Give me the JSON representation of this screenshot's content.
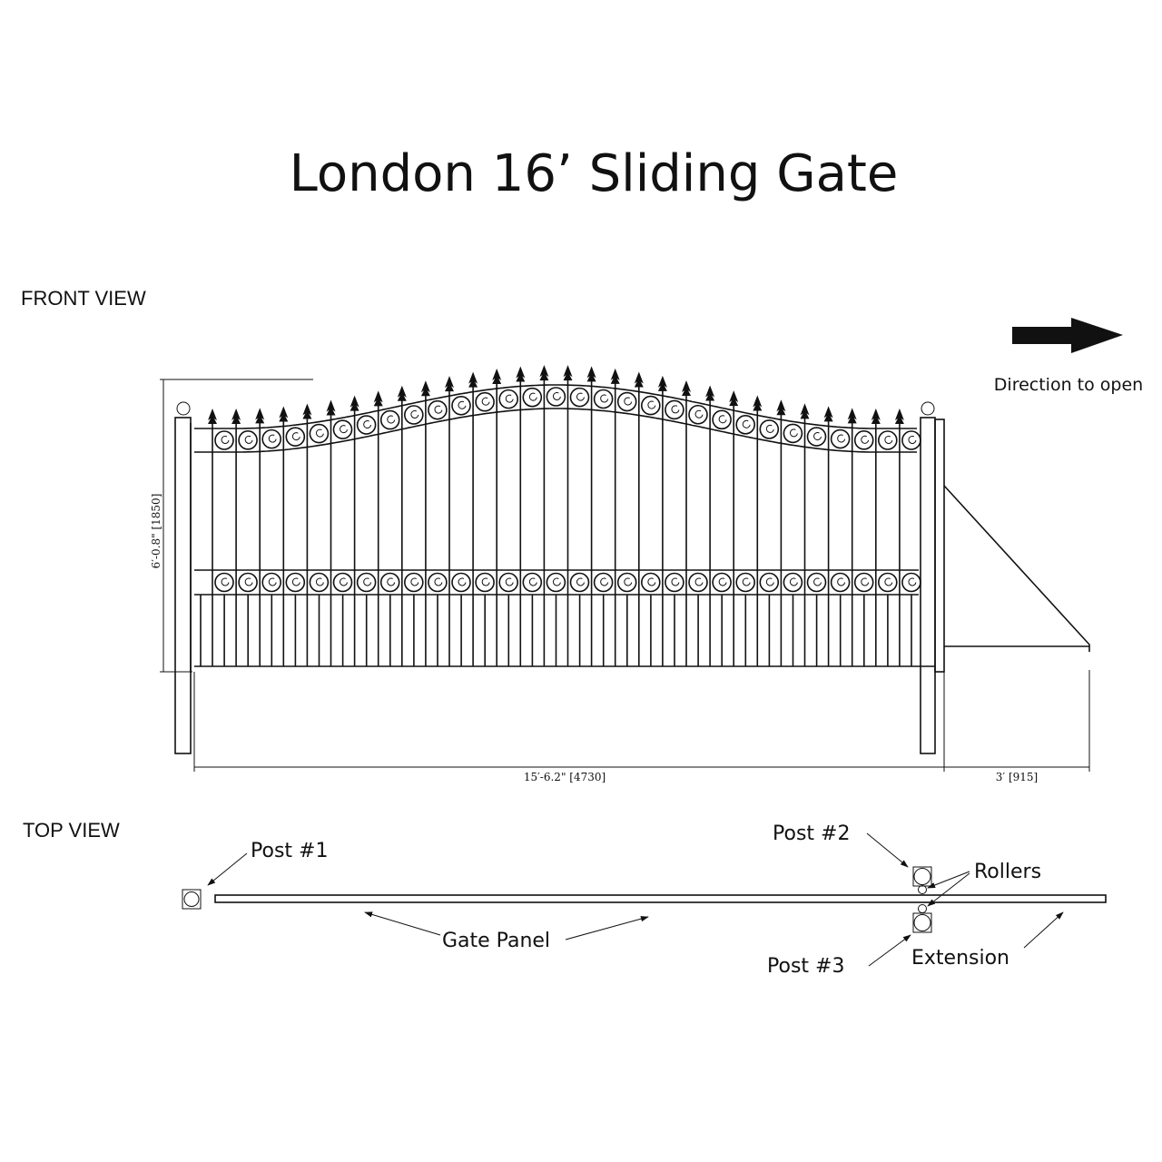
{
  "title": "London 16’ Sliding Gate",
  "front_view": {
    "label": "FRONT VIEW",
    "height_dimension": "6′-0.8\" [1850]",
    "width_dimension": "15′-6.2\" [4730]",
    "extension_dimension": "3′ [915]",
    "direction_label": "Direction to open",
    "direction_icon": "arrow-right-icon"
  },
  "top_view": {
    "label": "TOP  VIEW",
    "post1": "Post #1",
    "post2": "Post #2",
    "post3": "Post #3",
    "rollers": "Rollers",
    "gate_panel": "Gate Panel",
    "extension": "Extension"
  },
  "colors": {
    "ink": "#111111",
    "background": "#ffffff"
  }
}
